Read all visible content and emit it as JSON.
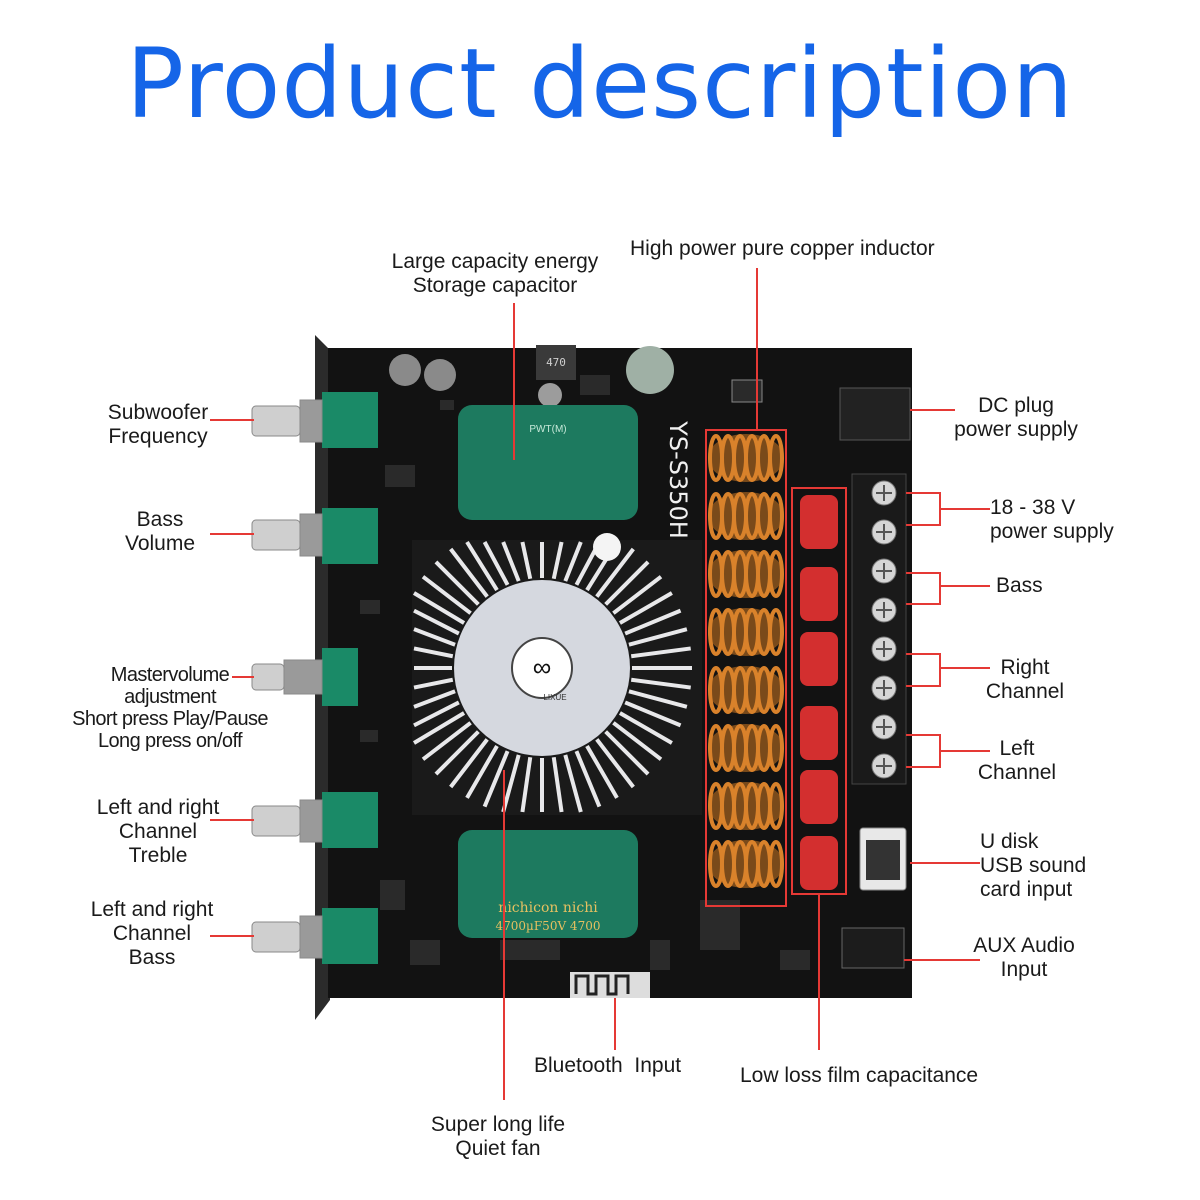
{
  "title": "Product description",
  "board": {
    "model_text": "YS-S350H",
    "inductor_marking": "470",
    "cap_top_text": "PWT(M)",
    "cap_bottom_text": "nichicon nichi",
    "cap_bottom_rating": "4700µF50V 4700",
    "fan_brand": "LIXUE"
  },
  "labels": {
    "energy_capacitor": [
      "Large capacity energy",
      "Storage capacitor"
    ],
    "copper_inductor": "High power pure copper inductor",
    "subwoofer_frequency": [
      "Subwoofer",
      "Frequency"
    ],
    "bass_volume": [
      "Bass",
      "Volume"
    ],
    "master_volume": [
      "Mastervolume",
      "adjustment",
      "Short press Play/Pause",
      "Long press on/off"
    ],
    "lr_treble": [
      "Left and right",
      "Channel",
      "Treble"
    ],
    "lr_bass": [
      "Left and right",
      "Channel",
      "Bass"
    ],
    "dc_plug": [
      "DC plug",
      "power supply"
    ],
    "power_supply": [
      "18 - 38 V",
      "power supply"
    ],
    "bass": "Bass",
    "right_channel": [
      "Right",
      "Channel"
    ],
    "left_channel": [
      "Left",
      "Channel"
    ],
    "u_disk": [
      "U disk",
      "USB sound",
      "card input"
    ],
    "aux_input": [
      "AUX Audio",
      "Input"
    ],
    "bluetooth": "Bluetooth  Input",
    "film_capacitance": "Low loss film capacitance",
    "fan": [
      "Super long life",
      "Quiet fan"
    ]
  },
  "colors": {
    "title": "#1565e8",
    "callout": "#e53935",
    "pcb": "#121212",
    "capacitor": "#1d7a5f",
    "copper": "#d9822b",
    "film_cap": "#d32f2f",
    "heatsink": "#e8e8ea"
  }
}
